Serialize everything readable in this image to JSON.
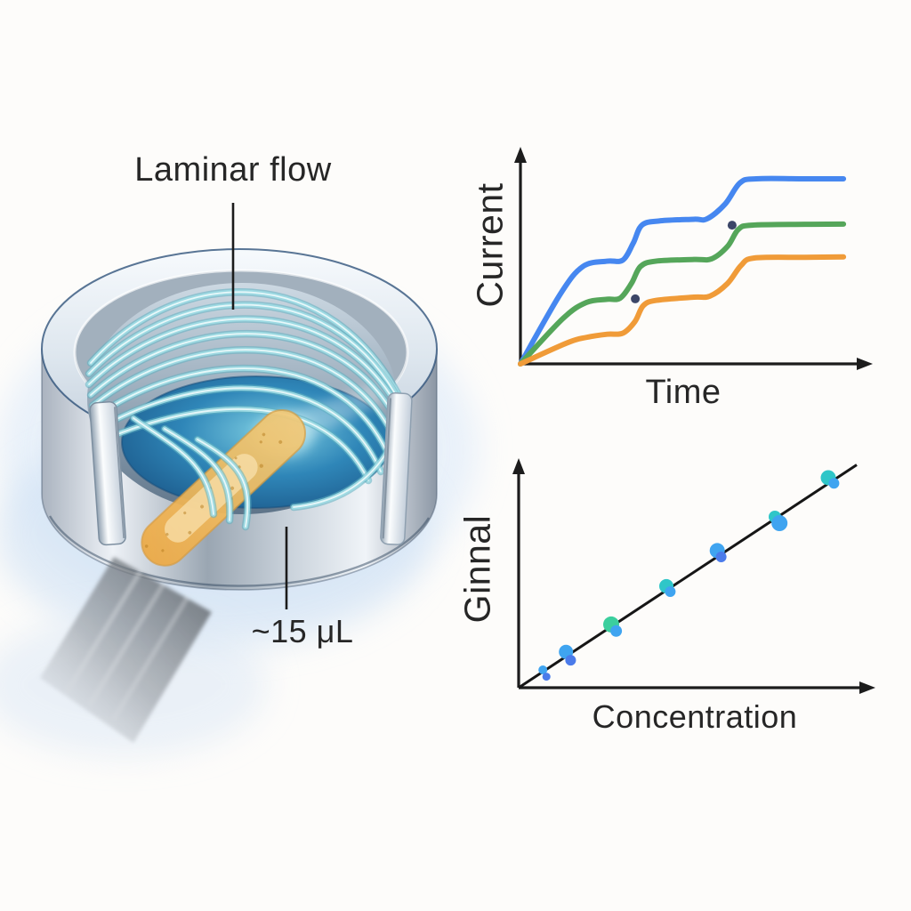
{
  "illustration": {
    "label_laminar_flow": "Laminar flow",
    "label_volume": "~15 μL",
    "description": "cut-away circular flow cell with laminar streamlines and amber sensor probe",
    "streamline_color": "#9fdbe4",
    "probe_color": "#f2b65c",
    "pool_color": "#1f6d9f"
  },
  "chart_data": [
    {
      "type": "line",
      "title": "",
      "xlabel": "Time",
      "ylabel": "Current",
      "axes_style": "schematic arrows, no ticks, no gridlines",
      "legend": "none",
      "series": [
        {
          "name": "top-blue-curve",
          "color": "#4687f0",
          "points_norm": [
            [
              0,
              0
            ],
            [
              0.115,
              0.33
            ],
            [
              0.18,
              0.46
            ],
            [
              0.25,
              0.485
            ],
            [
              0.295,
              0.49
            ],
            [
              0.325,
              0.57
            ],
            [
              0.35,
              0.655
            ],
            [
              0.4,
              0.675
            ],
            [
              0.5,
              0.683
            ],
            [
              0.538,
              0.685
            ],
            [
              0.59,
              0.755
            ],
            [
              0.633,
              0.855
            ],
            [
              0.68,
              0.874
            ],
            [
              0.82,
              0.874
            ],
            [
              0.931,
              0.874
            ]
          ]
        },
        {
          "name": "middle-green-curve",
          "color": "#55a65a",
          "points_norm": [
            [
              0,
              0
            ],
            [
              0.123,
              0.215
            ],
            [
              0.19,
              0.29
            ],
            [
              0.25,
              0.305
            ],
            [
              0.287,
              0.31
            ],
            [
              0.32,
              0.38
            ],
            [
              0.346,
              0.46
            ],
            [
              0.39,
              0.485
            ],
            [
              0.5,
              0.493
            ],
            [
              0.551,
              0.496
            ],
            [
              0.597,
              0.555
            ],
            [
              0.628,
              0.635
            ],
            [
              0.667,
              0.655
            ],
            [
              0.82,
              0.659
            ],
            [
              0.931,
              0.66
            ]
          ]
        },
        {
          "name": "bottom-orange-curve",
          "color": "#f09b38",
          "points_norm": [
            [
              0,
              0
            ],
            [
              0.136,
              0.1
            ],
            [
              0.19,
              0.125
            ],
            [
              0.25,
              0.14
            ],
            [
              0.295,
              0.145
            ],
            [
              0.33,
              0.2
            ],
            [
              0.354,
              0.275
            ],
            [
              0.392,
              0.3
            ],
            [
              0.5,
              0.315
            ],
            [
              0.546,
              0.32
            ],
            [
              0.597,
              0.38
            ],
            [
              0.636,
              0.465
            ],
            [
              0.674,
              0.5
            ],
            [
              0.82,
              0.503
            ],
            [
              0.931,
              0.505
            ]
          ]
        }
      ],
      "markers": [
        {
          "x": 0.331,
          "y": 0.307,
          "r": 5
        },
        {
          "x": 0.61,
          "y": 0.655,
          "r": 5
        }
      ],
      "marker_color": "#3c4668"
    },
    {
      "type": "scatter",
      "title": "",
      "xlabel": "Concentration",
      "ylabel": "Ginnal",
      "axes_style": "schematic arrows, no ticks, no gridlines",
      "legend": "none",
      "trend_line": {
        "from": [
          0,
          0
        ],
        "to": [
          0.95,
          0.99
        ],
        "color": "#161616",
        "width": 3
      },
      "colors": {
        "blue": "#3fa4f0",
        "deep_blue": "#4b7bea",
        "teal": "#2fc6c8",
        "green_teal": "#3bcf9d"
      },
      "points": [
        {
          "x": 0.068,
          "y": 0.079,
          "r": 5,
          "c": "blue"
        },
        {
          "x": 0.078,
          "y": 0.049,
          "r": 4.5,
          "c": "deep_blue"
        },
        {
          "x": 0.133,
          "y": 0.159,
          "r": 8,
          "c": "blue"
        },
        {
          "x": 0.146,
          "y": 0.122,
          "r": 6,
          "c": "deep_blue"
        },
        {
          "x": 0.26,
          "y": 0.281,
          "r": 9,
          "c": "green_teal"
        },
        {
          "x": 0.274,
          "y": 0.252,
          "r": 6.5,
          "c": "blue"
        },
        {
          "x": 0.415,
          "y": 0.451,
          "r": 8,
          "c": "teal"
        },
        {
          "x": 0.426,
          "y": 0.427,
          "r": 6,
          "c": "blue"
        },
        {
          "x": 0.558,
          "y": 0.609,
          "r": 8.5,
          "c": "blue"
        },
        {
          "x": 0.569,
          "y": 0.581,
          "r": 6,
          "c": "deep_blue"
        },
        {
          "x": 0.72,
          "y": 0.759,
          "r": 7,
          "c": "teal"
        },
        {
          "x": 0.733,
          "y": 0.731,
          "r": 9,
          "c": "blue"
        },
        {
          "x": 0.87,
          "y": 0.933,
          "r": 8.5,
          "c": "teal"
        },
        {
          "x": 0.886,
          "y": 0.908,
          "r": 6,
          "c": "blue"
        }
      ]
    }
  ]
}
